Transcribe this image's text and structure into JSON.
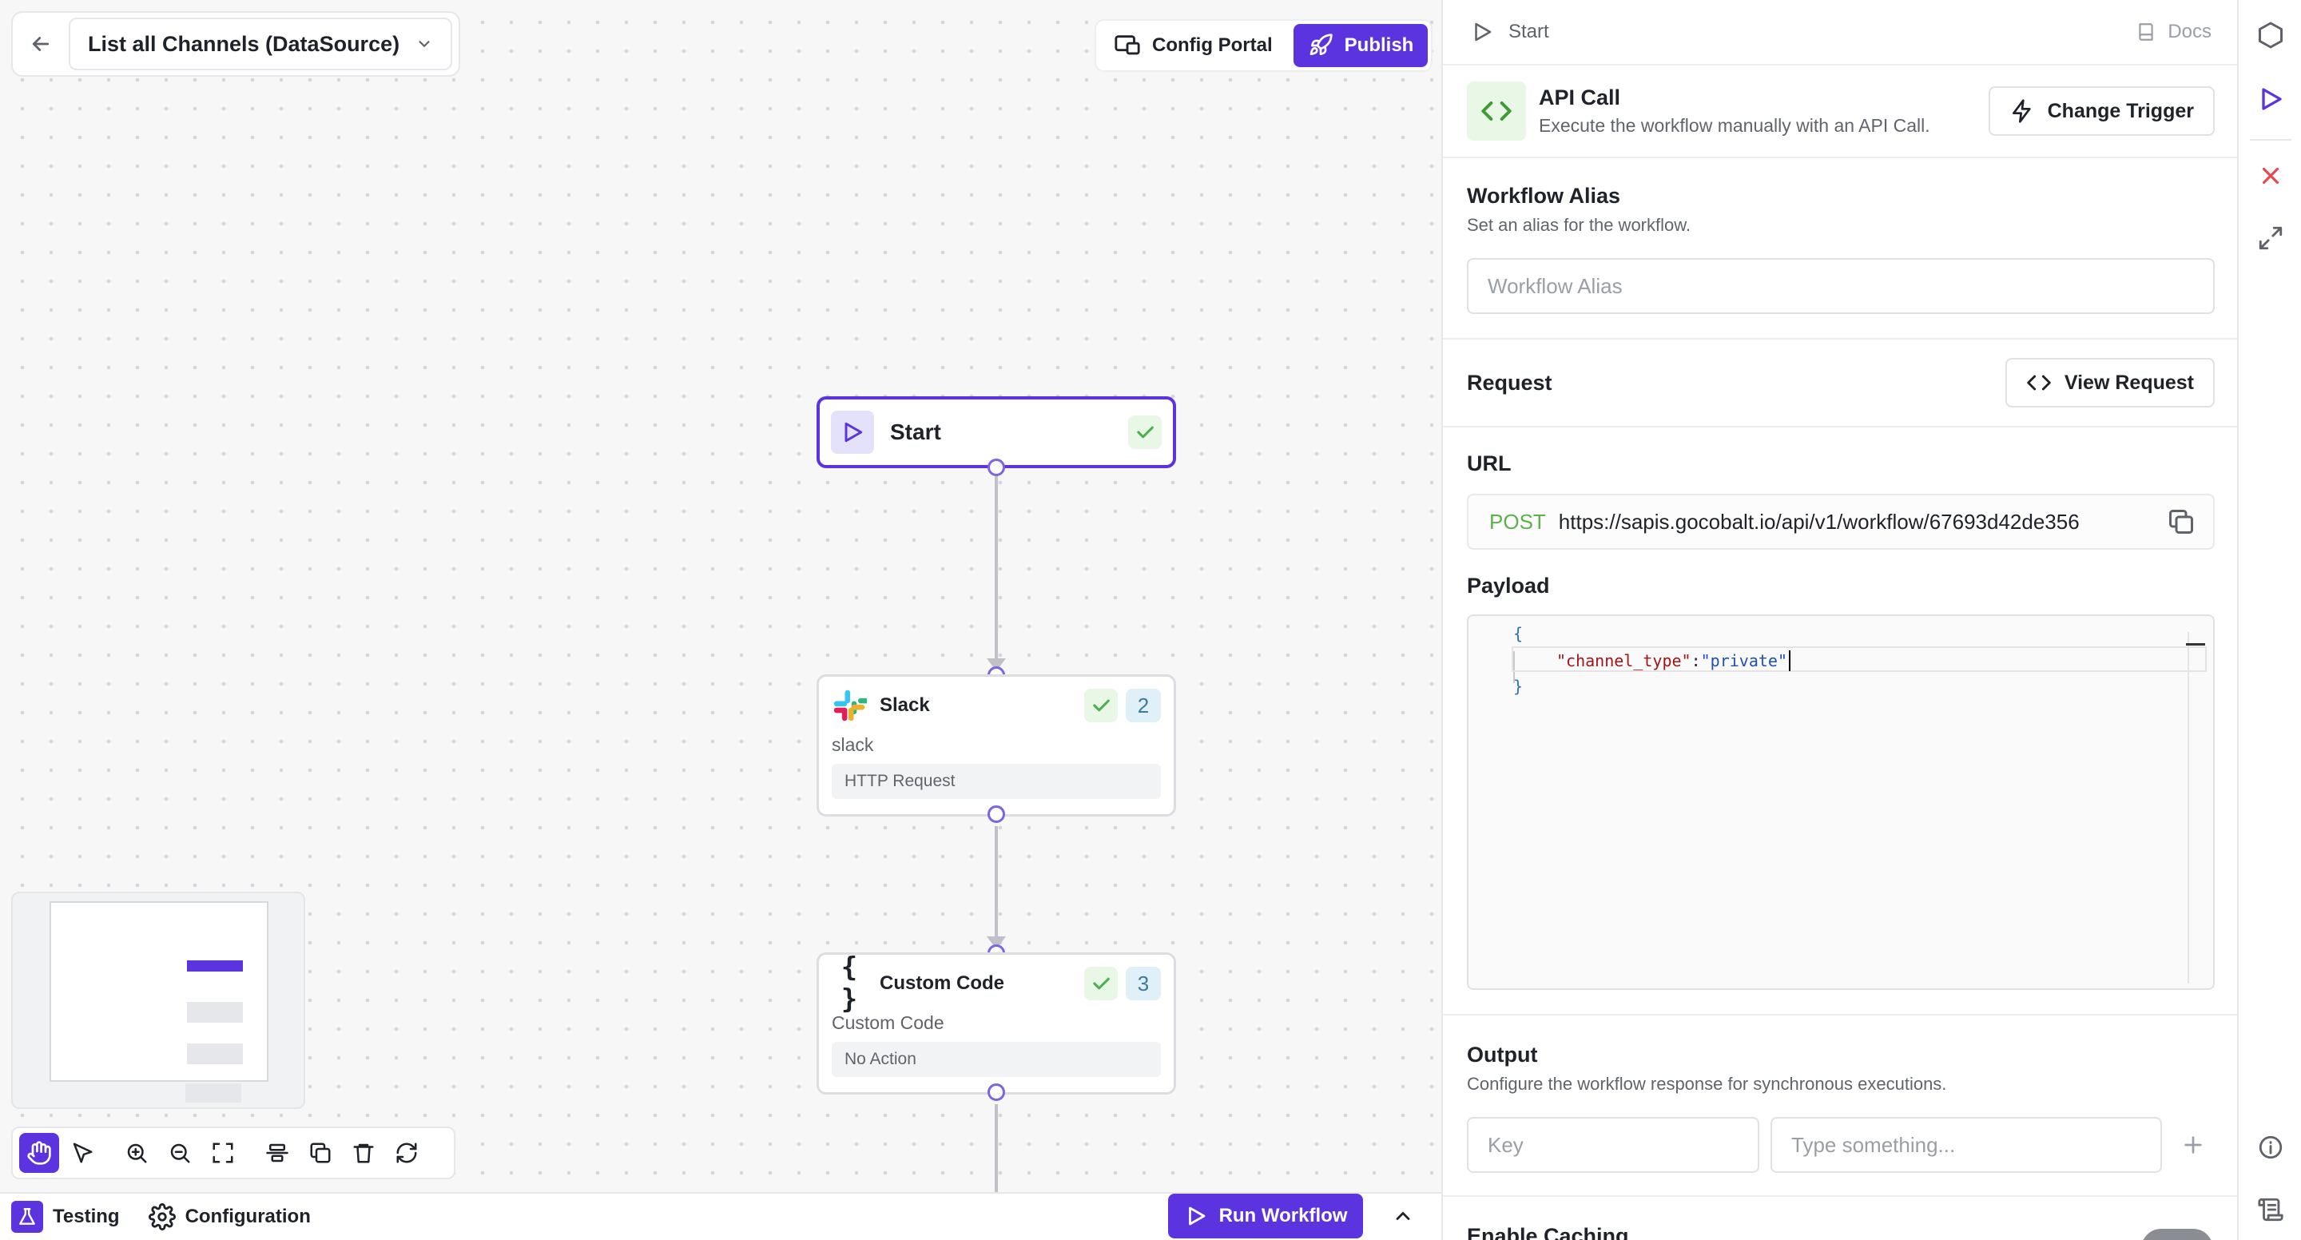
{
  "header": {
    "workflow_name": "List all Channels (DataSource)",
    "config_portal_label": "Config Portal",
    "publish_label": "Publish"
  },
  "nodes": {
    "start": {
      "title": "Start"
    },
    "slack": {
      "title": "Slack",
      "subtitle": "slack",
      "chip": "HTTP Request",
      "step": "2"
    },
    "code": {
      "title": "Custom Code",
      "subtitle": "Custom Code",
      "chip": "No Action",
      "step": "3",
      "icon_text": "{ }"
    }
  },
  "bottombar": {
    "testing_label": "Testing",
    "configuration_label": "Configuration",
    "run_label": "Run Workflow"
  },
  "toolbar": {
    "tools": [
      "hand-icon",
      "pointer-icon",
      "zoom-in-icon",
      "zoom-out-icon",
      "fit-view-icon",
      "align-icon",
      "duplicate-icon",
      "delete-icon",
      "refresh-icon"
    ]
  },
  "panel": {
    "header_title": "Start",
    "docs_label": "Docs",
    "trigger": {
      "title": "API Call",
      "description": "Execute the workflow manually with an API Call.",
      "change_label": "Change Trigger"
    },
    "alias": {
      "title": "Workflow Alias",
      "description": "Set an alias for the workflow.",
      "placeholder": "Workflow Alias"
    },
    "request": {
      "title": "Request",
      "view_label": "View Request"
    },
    "url": {
      "title": "URL",
      "method": "POST",
      "value": "https://sapis.gocobalt.io/api/v1/workflow/67693d42de356"
    },
    "payload": {
      "title": "Payload",
      "open_brace": "{",
      "key": "\"channel_type\"",
      "colon": ":",
      "value": "\"private\"",
      "close_brace": "}"
    },
    "output": {
      "title": "Output",
      "description": "Configure the workflow response for synchronous executions.",
      "key_placeholder": "Key",
      "value_placeholder": "Type something..."
    },
    "caching": {
      "title": "Enable Caching"
    }
  },
  "colors": {
    "accent": "#5b34e0",
    "success": "#4caf50",
    "danger": "#e5484d",
    "method": "#5bb24a"
  }
}
